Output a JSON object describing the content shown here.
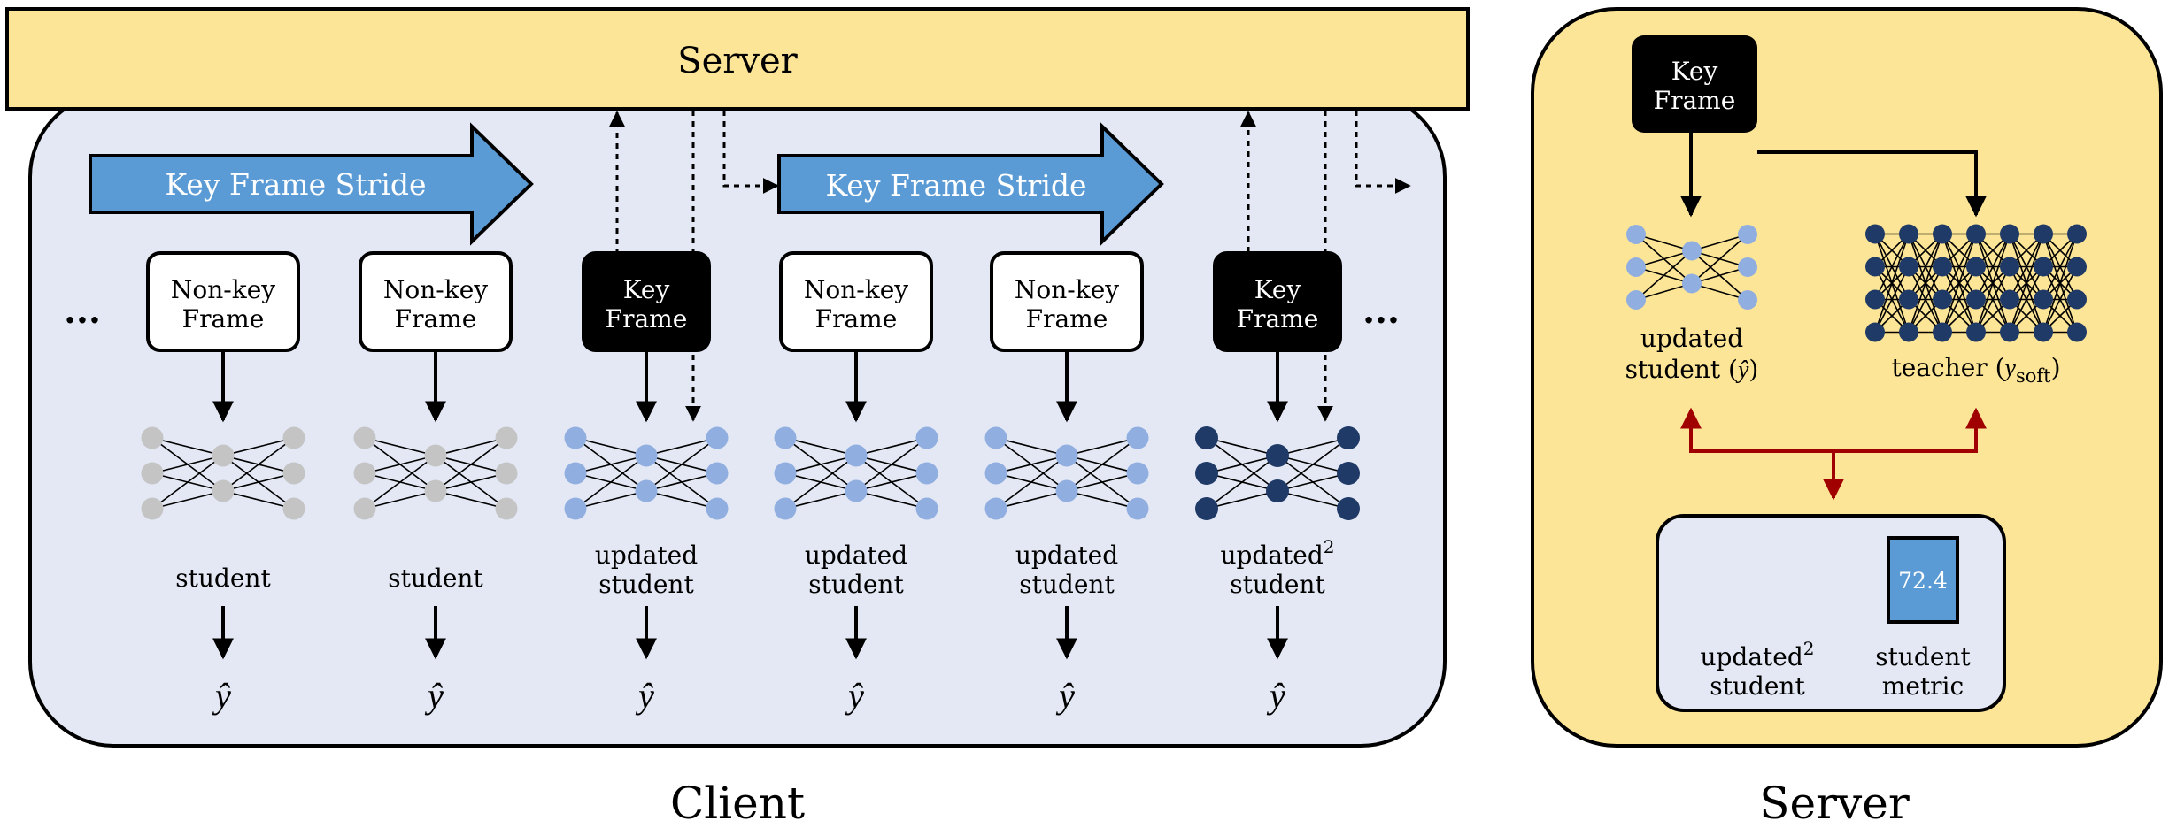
{
  "client": {
    "server_label": "Server",
    "title": "Client",
    "stride_label_1": "Key Frame Stride",
    "stride_label_2": "Key Frame Stride",
    "ellipsis": "...",
    "columns": [
      {
        "frame_l1": "Non-key",
        "frame_l2": "Frame",
        "key": false,
        "model_l1": "",
        "model_l2": "student",
        "output": "ŷ",
        "color": "#c4c4c4"
      },
      {
        "frame_l1": "Non-key",
        "frame_l2": "Frame",
        "key": false,
        "model_l1": "",
        "model_l2": "student",
        "output": "ŷ",
        "color": "#c4c4c4"
      },
      {
        "frame_l1": "Key",
        "frame_l2": "Frame",
        "key": true,
        "model_l1": "updated",
        "model_l2": "student",
        "output": "ŷ",
        "color": "#91aee0"
      },
      {
        "frame_l1": "Non-key",
        "frame_l2": "Frame",
        "key": false,
        "model_l1": "updated",
        "model_l2": "student",
        "output": "ŷ",
        "color": "#91aee0"
      },
      {
        "frame_l1": "Non-key",
        "frame_l2": "Frame",
        "key": false,
        "model_l1": "updated",
        "model_l2": "student",
        "output": "ŷ",
        "color": "#91aee0"
      },
      {
        "frame_l1": "Key",
        "frame_l2": "Frame",
        "key": true,
        "model_l1": "updated",
        "model_l1_sup": "2",
        "model_l2": "student",
        "output": "ŷ",
        "color": "#1f3a66"
      }
    ]
  },
  "server": {
    "title": "Server",
    "key_frame_l1": "Key",
    "key_frame_l2": "Frame",
    "student_l1": "updated",
    "student_l2": "student (",
    "student_yhat": "ŷ",
    "student_close": ")",
    "teacher_l1": "teacher (",
    "teacher_y": "y",
    "teacher_sub": "soft",
    "teacher_close": ")",
    "inner_student_l1": "updated",
    "inner_student_sup": "2",
    "inner_student_l2": "student",
    "metric_value": "72.4",
    "metric_l1": "student",
    "metric_l2": "metric"
  },
  "colors": {
    "client_bg": "#e3e8f4",
    "server_bar": "#fde597",
    "server_bg": "#fde597",
    "stride_arrow": "#5b9bd5",
    "node_gray": "#c4c4c4",
    "node_light": "#91aee0",
    "node_dark": "#1f3a66",
    "red_line": "#a00000",
    "metric_box": "#5b9bd5"
  }
}
